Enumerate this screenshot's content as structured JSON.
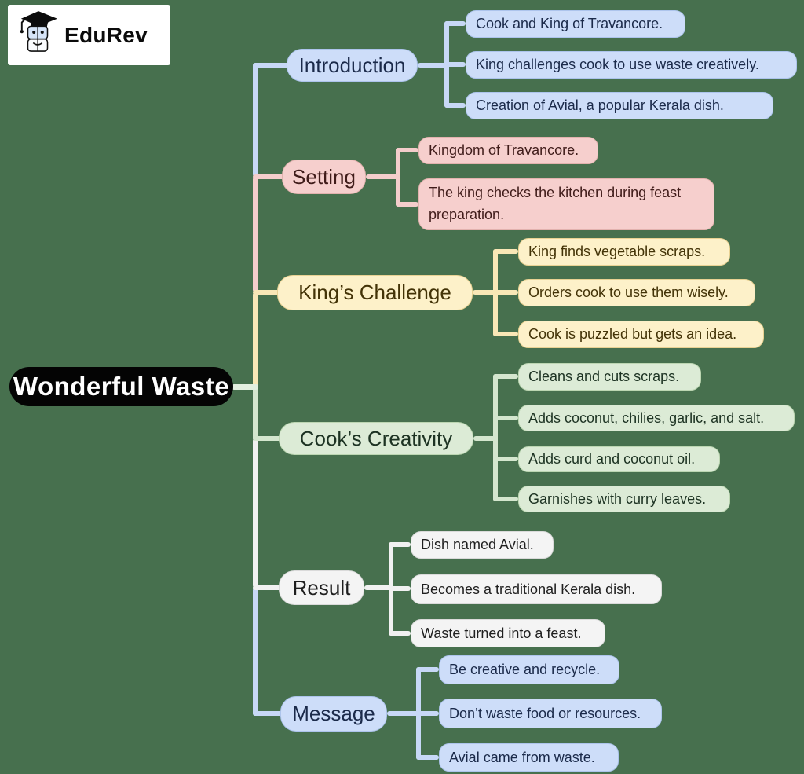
{
  "logo": {
    "brand": "EduRev",
    "icon": "edurev-mascot-graduation-cap-books"
  },
  "root": {
    "label": "Wonderful Waste",
    "fill": "#000000",
    "text_color": "#FFFFFF"
  },
  "theme": {
    "background": "#47704E",
    "branch_colors": {
      "introduction": "#C9DAF8",
      "setting": "#F4CCCC",
      "kings_challenge": "#FFF2CC",
      "cooks_creativity": "#D9EAD3",
      "result": "#F3F3F3",
      "message": "#C9DAF8"
    }
  },
  "branches": [
    {
      "label": "Introduction",
      "fill": "#C9DAF8",
      "children": [
        "Cook and King of Travancore.",
        "King challenges cook to use waste creatively.",
        "Creation of Avial, a popular Kerala dish."
      ]
    },
    {
      "label": "Setting",
      "fill": "#F4CCCC",
      "children": [
        "Kingdom of Travancore.",
        "The king checks the kitchen during feast preparation."
      ]
    },
    {
      "label": "King’s Challenge",
      "fill": "#FFF2CC",
      "children": [
        "King finds vegetable scraps.",
        "Orders cook to use them wisely.",
        "Cook is puzzled but gets an idea."
      ]
    },
    {
      "label": "Cook’s Creativity",
      "fill": "#D9EAD3",
      "children": [
        "Cleans and cuts scraps.",
        "Adds coconut, chilies, garlic, and salt.",
        "Adds curd and coconut oil.",
        "Garnishes with curry leaves."
      ]
    },
    {
      "label": "Result",
      "fill": "#F3F3F3",
      "children": [
        "Dish named Avial.",
        "Becomes a traditional Kerala dish.",
        "Waste turned into a feast."
      ]
    },
    {
      "label": "Message",
      "fill": "#C9DAF8",
      "children": [
        "Be creative and recycle.",
        "Don’t waste food or resources.",
        "Avial came from waste."
      ]
    }
  ]
}
